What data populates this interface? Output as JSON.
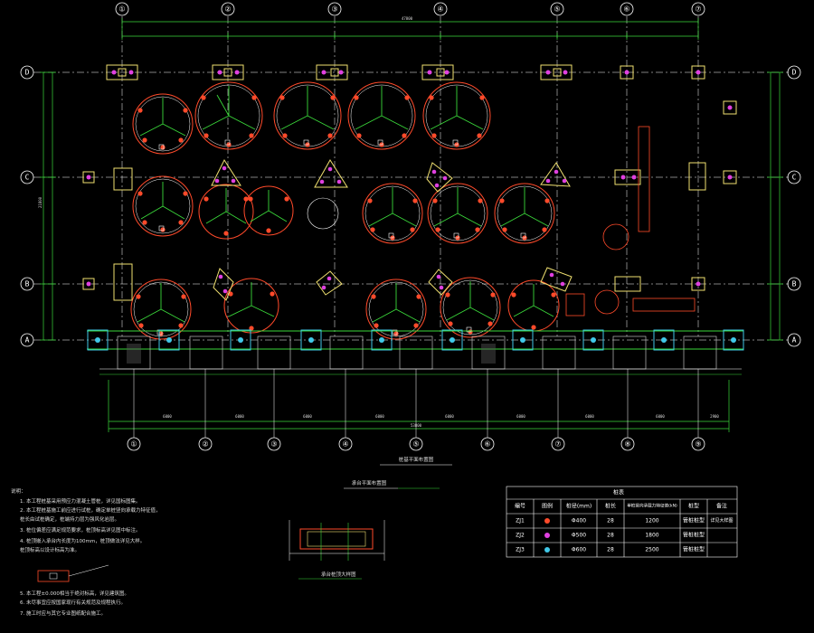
{
  "drawing": {
    "plan_title": "桩基平面布置图",
    "axes_top": [
      "①",
      "②",
      "③",
      "④",
      "⑤",
      "⑥",
      "⑦"
    ],
    "axes_bottom": [
      "①",
      "②",
      "③",
      "④",
      "⑤",
      "⑥",
      "⑦",
      "⑧",
      "⑨"
    ],
    "axes_side": [
      "D",
      "C",
      "B",
      "A"
    ],
    "dim_top_total": "47800",
    "dim_bottom_total": "53800",
    "dim_side_total": "21800",
    "dim_bottom_segments": [
      "6000",
      "6000",
      "6000",
      "6000",
      "6000",
      "6000",
      "6000",
      "6000",
      "2900"
    ]
  },
  "notes": {
    "heading": "说明：",
    "items": [
      "1. 本工程桩基采用预应力混凝土管桩，详见国标图集。",
      "2. 本工程桩基施工前应进行试桩，确定单桩竖向承载力特征值，",
      "   桩长由试桩确定，桩端持力层为强风化岩层。",
      "3. 桩位偏差应满足规范要求，桩顶标高详见图中标注。",
      "4. 桩顶嵌入承台内长度为100mm，桩顶做法详见大样。",
      "   桩顶标高以设计标高为准。",
      "5. 本工程±0.000相当于绝对标高，详见建筑图。",
      "6. 未尽事宜应按国家现行有关规范及规程执行。",
      "7. 施工时应与其它专业图纸配合施工。"
    ]
  },
  "detail": {
    "title": "承台平面布置图",
    "section_title": "承台桩顶大样图"
  },
  "legend_table": {
    "title": "桩表",
    "headers": [
      "编号",
      "图例",
      "桩径(mm)",
      "桩长",
      "单桩竖向承载力特征值(kN)",
      "桩型",
      "备注"
    ],
    "rows": [
      [
        "ZJ1",
        "",
        "Φ400",
        "28",
        "1200",
        "管桩桩型",
        "详见大样图"
      ],
      [
        "ZJ2",
        "",
        "Φ500",
        "28",
        "1800",
        "管桩桩型",
        ""
      ],
      [
        "ZJ3",
        "",
        "Φ600",
        "28",
        "2500",
        "管桩桩型",
        ""
      ]
    ]
  },
  "colors": {
    "pile_red": "#ff4a2a",
    "pile_magenta": "#e040e0",
    "pile_cyan": "#40c8e8",
    "cap_yellow": "#f0e070",
    "grid_green": "#3ad83a",
    "beam_white": "#ffffff"
  }
}
